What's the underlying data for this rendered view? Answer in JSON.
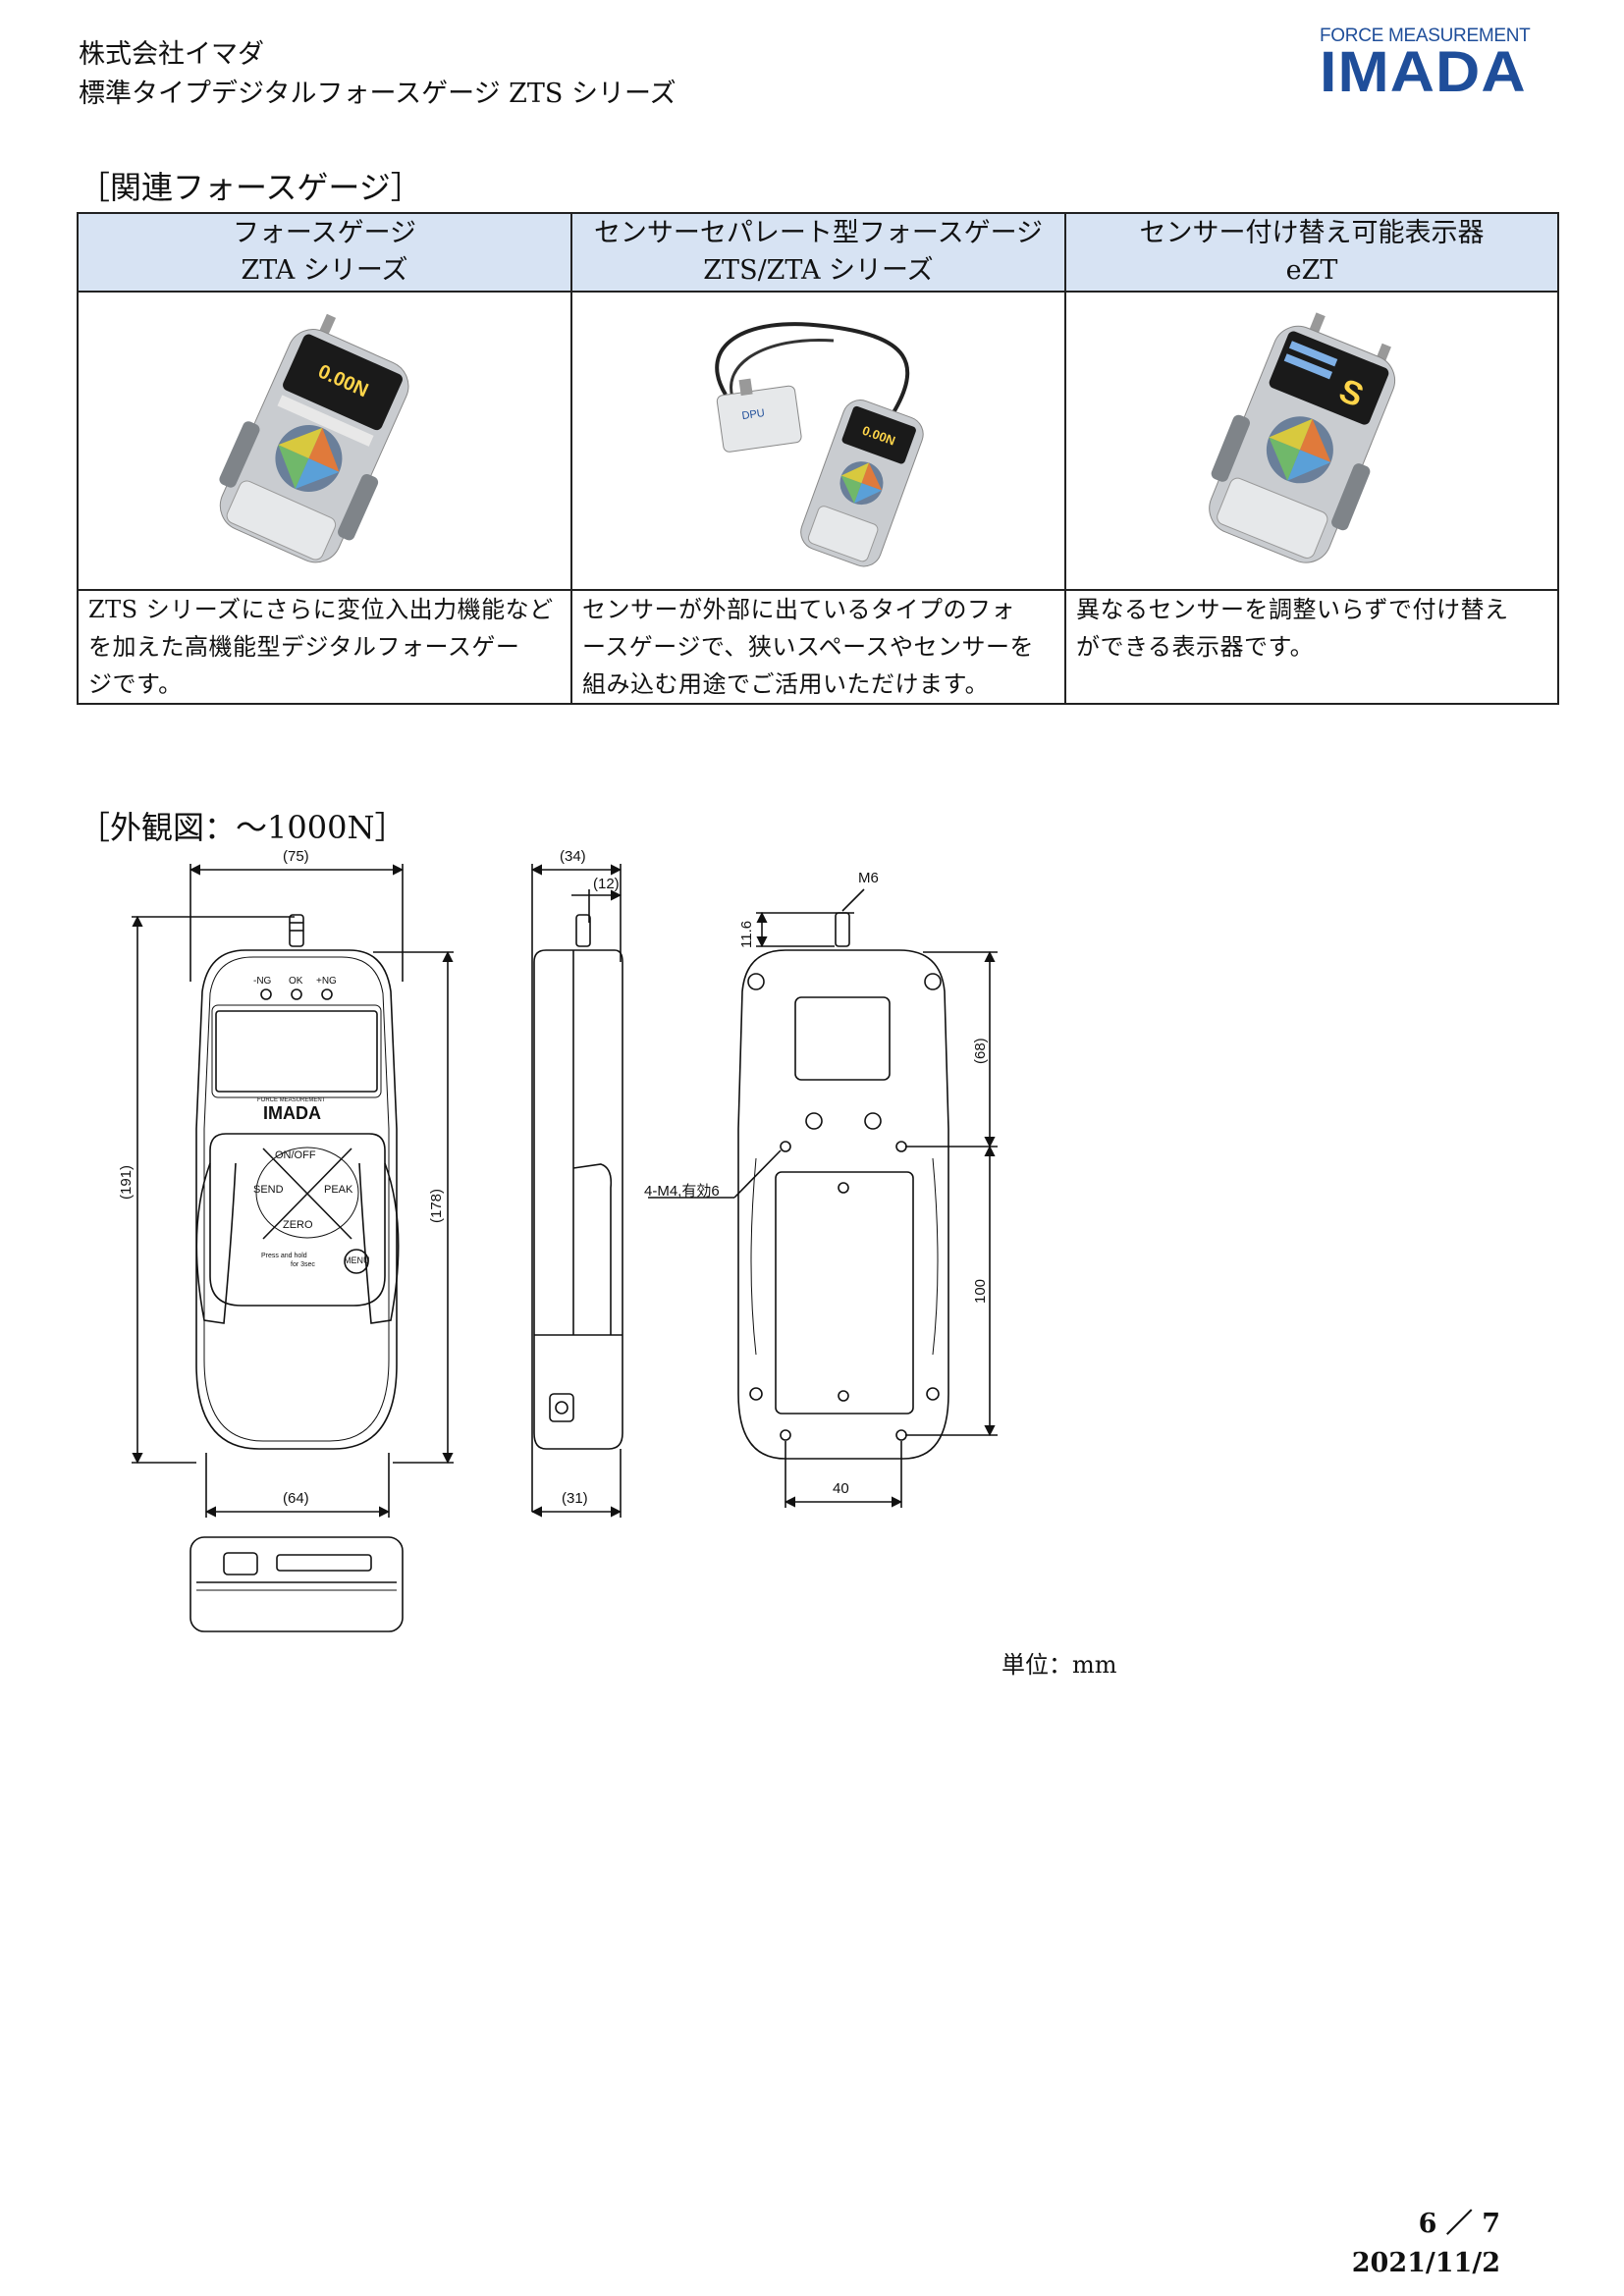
{
  "header": {
    "company": "株式会社イマダ",
    "doc_title": "標準タイプデジタルフォースゲージ ZTS シリーズ"
  },
  "logo": {
    "tagline": "FORCE MEASUREMENT",
    "wordmark": "IMADA",
    "color": "#1f4e9a"
  },
  "related": {
    "section_title": "［関連フォースゲージ］",
    "columns": [
      {
        "title_line1": "フォースゲージ",
        "title_line2": "ZTA シリーズ",
        "desc_line1": "ZTS シリーズにさらに変位入出力機能など",
        "desc_line2": "を加えた高機能型デジタルフォースゲー",
        "desc_line3": "ジです。"
      },
      {
        "title_line1": "センサーセパレート型フォースゲージ",
        "title_line2": "ZTS/ZTA シリーズ",
        "desc_line1": "センサーが外部に出ているタイプのフォ",
        "desc_line2": "ースゲージで、狭いスペースやセンサーを",
        "desc_line3": "組み込む用途でご活用いただけます。"
      },
      {
        "title_line1": "センサー付け替え可能表示器",
        "title_line2": "eZT",
        "desc_line1": "異なるセンサーを調整いらずで付け替え",
        "desc_line2": "ができる表示器です。",
        "desc_line3": ""
      }
    ],
    "header_bg": "#d7e3f3"
  },
  "drawing": {
    "section_title": "［外観図：～1000N］",
    "dims": {
      "front_width": "(75)",
      "front_height": "(191)",
      "front_body_height": "(178)",
      "front_bottom_width": "(64)",
      "side_depth": "(34)",
      "side_shaft": "(12)",
      "side_bottom": "(31)",
      "thread": "M6",
      "shaft_len": "11.6",
      "back_top": "(68)",
      "back_pitch": "100",
      "back_width": "40",
      "mount_holes": "4-M4,有効6"
    },
    "labels": {
      "ng_minus": "-NG",
      "ok": "OK",
      "ng_plus": "+NG",
      "brand_small": "FORCE MEASUREMENT",
      "brand": "IMADA",
      "btn_onoff": "ON/OFF",
      "btn_send": "SEND",
      "btn_peak": "PEAK",
      "btn_zero": "ZERO",
      "btn_menu": "MENU",
      "hold_text1": "Press and hold",
      "hold_text2": "for 3sec"
    },
    "unit_label": "単位：mm"
  },
  "footer": {
    "page": "6 ／ 7",
    "date": "2021/11/2"
  }
}
